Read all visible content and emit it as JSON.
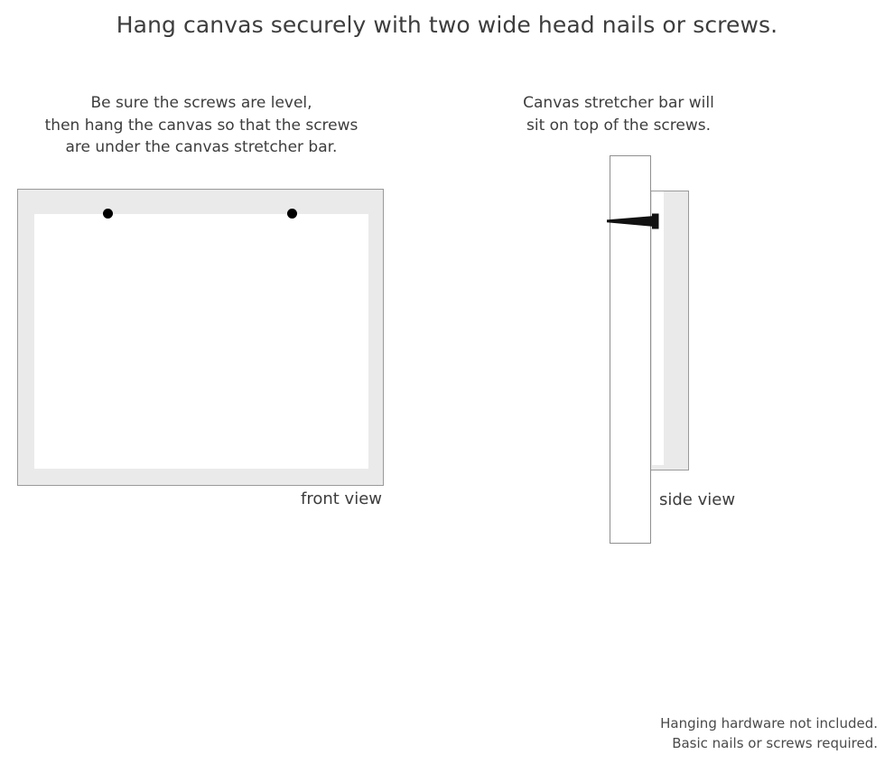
{
  "page": {
    "title": "Hang canvas securely with two wide head nails or screws.",
    "background_color": "#ffffff",
    "text_color": "#3d3d3d"
  },
  "instructions": {
    "left": {
      "line1": "Be sure the screws are level,",
      "line2": "then hang the canvas so that the screws",
      "line3": "are under the canvas stretcher bar.",
      "full_text": "Be sure the screws are level,\nthen hang the canvas so that the screws\nare under the canvas stretcher bar."
    },
    "right": {
      "line1": "Canvas stretcher bar will",
      "line2": "sit on top of the screws.",
      "full_text": "Canvas stretcher bar will\nsit on top of the screws."
    }
  },
  "diagrams": {
    "front_view": {
      "label": "front view",
      "frame_color": "#eaeaea",
      "frame_border_color": "#9a9a9a",
      "canvas_color": "#ffffff",
      "screw_color": "#000000",
      "screw_count": 2
    },
    "side_view": {
      "label": "side view",
      "wall_color": "#ffffff",
      "wall_border_color": "#8f8f8f",
      "canvas_color": "#eaeaea",
      "stretcher_bar_color": "#ffffff",
      "nail_color": "#111111"
    }
  },
  "footer": {
    "line1": "Hanging hardware not included.",
    "line2": "Basic nails or screws required.",
    "full_text": "Hanging hardware not included.\nBasic nails or screws required."
  }
}
